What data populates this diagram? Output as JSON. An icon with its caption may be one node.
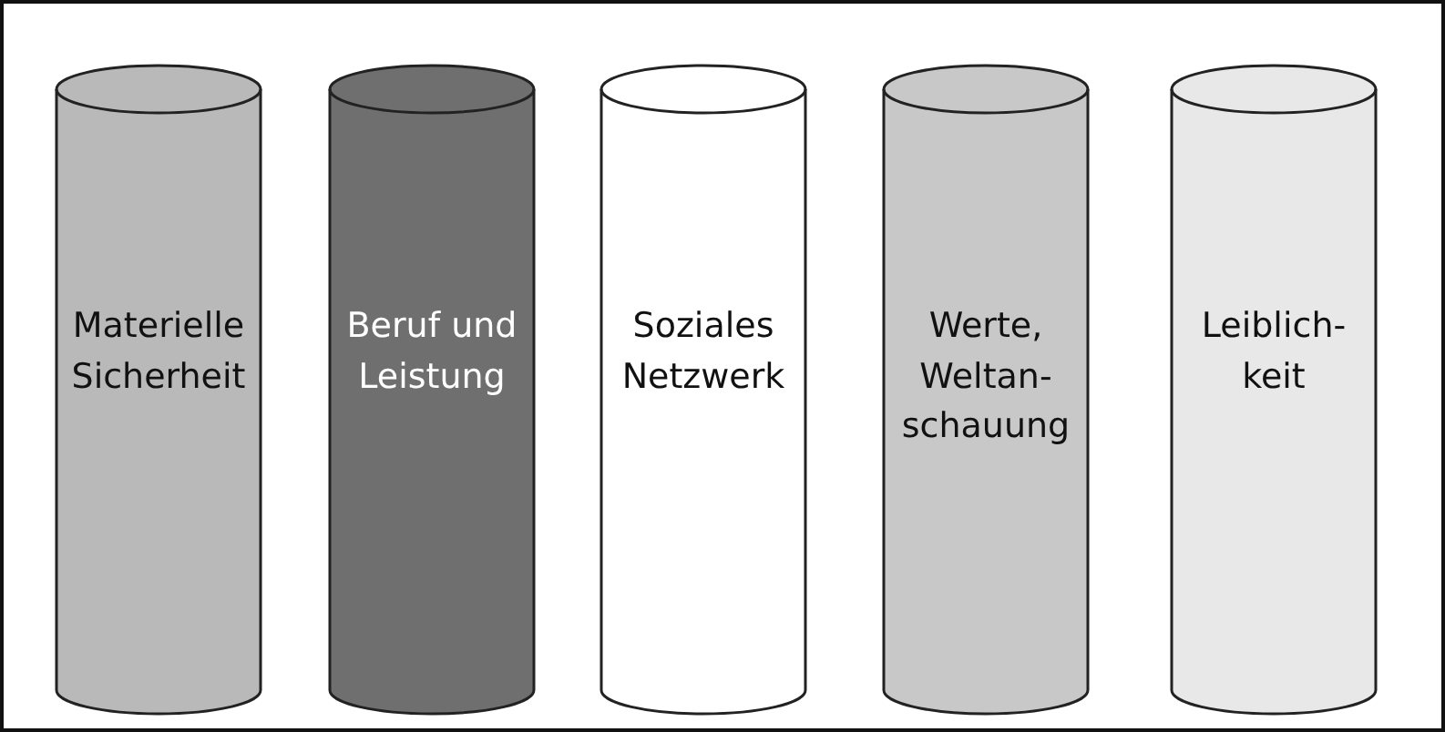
{
  "diagram": {
    "nodes": [
      {
        "text": [
          "Materielle Sicherheit"
        ]
      },
      {
        "text": [
          "Beruf und Leistung"
        ]
      },
      {
        "text": [
          "Soziales Netzwerk"
        ]
      },
      {
        "text": [
          "Werte, Weltan- schauung"
        ]
      },
      {
        "text": [
          "Leiblich- keit"
        ]
      }
    ]
  }
}
